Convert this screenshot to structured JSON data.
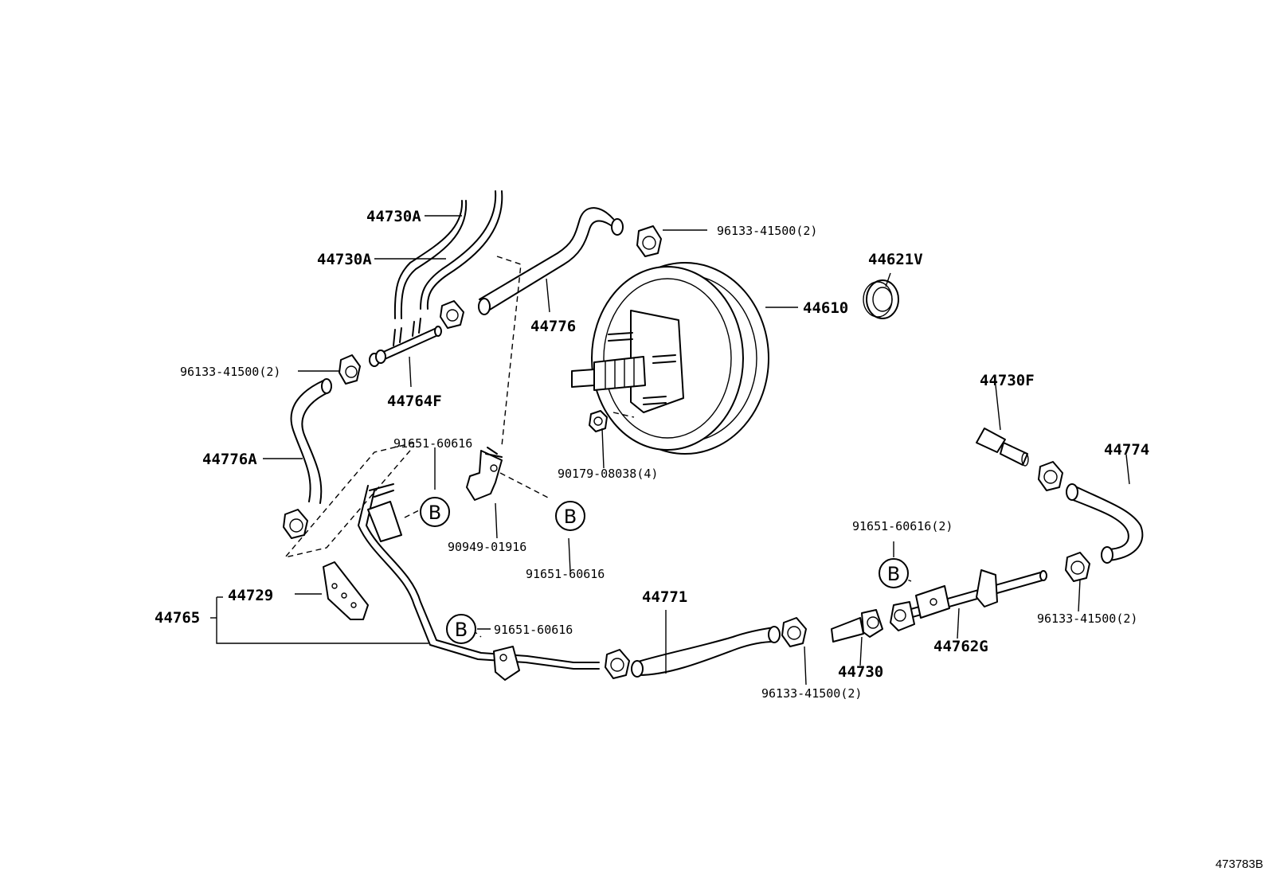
{
  "diagram_code": "473783B",
  "labels": {
    "l_44730A_1": "44730A",
    "l_44730A_2": "44730A",
    "l_96133_top": "96133-41500(2)",
    "l_44621V": "44621V",
    "l_44610": "44610",
    "l_44776": "44776",
    "l_96133_left": "96133-41500(2)",
    "l_44764F": "44764F",
    "l_44730F": "44730F",
    "l_44774": "44774",
    "l_91651_a": "91651-60616",
    "l_90179": "90179-08038(4)",
    "l_44776A": "44776A",
    "l_90949": "90949-01916",
    "l_91651_b": "91651-60616",
    "l_91651_c": "91651-60616(2)",
    "l_96133_right": "96133-41500(2)",
    "l_44729": "44729",
    "l_44765": "44765",
    "l_44771": "44771",
    "l_91651_d": "91651-60616",
    "l_44762G": "44762G",
    "l_44730": "44730",
    "l_96133_bottom": "96133-41500(2)"
  },
  "bubble_letter": "B"
}
